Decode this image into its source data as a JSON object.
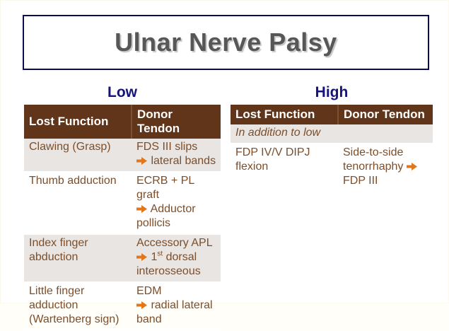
{
  "slide_title": "Ulnar Nerve Palsy",
  "colors": {
    "table_header_bg": "#61351A",
    "table_header_text": "#FFFFFF",
    "body_text_brown": "#7D4E2A",
    "arrow_orange": "#E2761B",
    "caption_navy": "#14147A",
    "shaded_row_bg": "#E8E5E2",
    "title_text_gray": "#575757",
    "title_border_navy": "#0D0D4D"
  },
  "icons": {
    "arrow": "right-arrow-icon"
  },
  "tables": [
    {
      "caption": "Low",
      "columns": [
        "Lost Function",
        "Donor Tendon"
      ],
      "rows": [
        {
          "lost_function": "Clawing (Grasp)",
          "donor_tendon_lines": [
            "FDS III slips",
            "→ lateral bands"
          ],
          "shaded": true
        },
        {
          "lost_function": "Thumb adduction",
          "donor_tendon_lines": [
            "ECRB + PL graft",
            "→ Adductor",
            "pollicis"
          ],
          "shaded": false
        },
        {
          "lost_function": "Index finger abduction",
          "donor_tendon_lines": [
            "Accessory APL",
            "→ 1st dorsal",
            "interosseous"
          ],
          "shaded": true
        },
        {
          "lost_function": "Little finger adduction (Wartenberg sign)",
          "donor_tendon_lines": [
            "EDM",
            "→ radial lateral",
            "band"
          ],
          "shaded": false
        }
      ]
    },
    {
      "caption": "High",
      "columns": [
        "Lost Function",
        "Donor Tendon"
      ],
      "rows": [
        {
          "note": "In addition to low",
          "shaded": true
        },
        {
          "lost_function": "FDP IV/V DIPJ flexion",
          "donor_tendon_lines": [
            "Side-to-side",
            "tenorrhaphy →",
            "FDP III"
          ],
          "shaded": false
        }
      ]
    }
  ]
}
